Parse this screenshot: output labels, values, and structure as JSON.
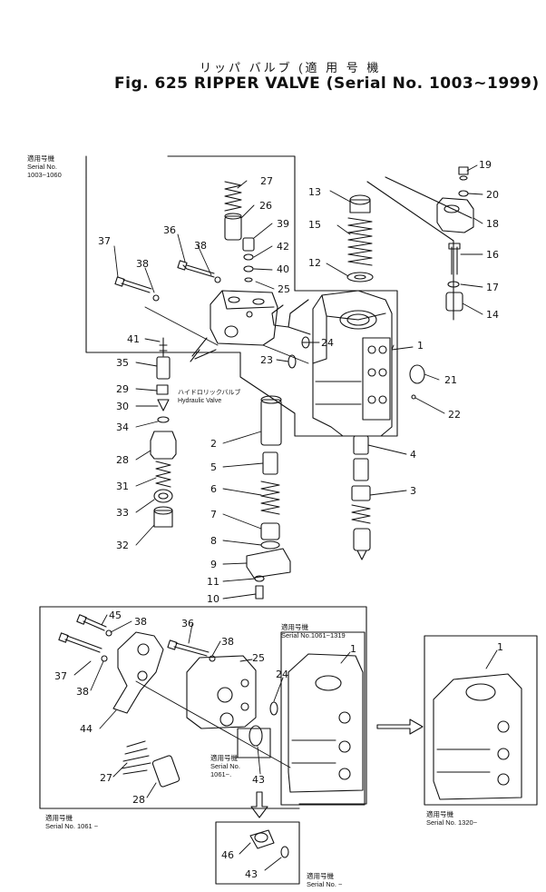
{
  "title": {
    "japanese": "リッパ バルブ (適 用 号 機",
    "main": "Fig. 625 RIPPER VALVE (Serial No. 1003~1999)"
  },
  "serial_notes": {
    "top_left": [
      "適用号機",
      "Serial No.",
      "1003~1060"
    ],
    "inset_mid": [
      "適用号機",
      "Serial No.1061~1319"
    ],
    "inset_small": [
      "適用号機",
      "Serial No.",
      "1061~."
    ],
    "bottom_left": [
      "適用号機",
      "Serial No. 1061 ~"
    ],
    "bottom_right": [
      "適用号機",
      "Serial No. 1320~"
    ],
    "bottom_small": [
      "適用号機",
      "Serial No. ~"
    ]
  },
  "hydraulic_valve_label": [
    "ハイドロリックバルブ",
    "Hydraulic Valve"
  ],
  "callouts": {
    "c1": "1",
    "c2": "2",
    "c3": "3",
    "c4": "4",
    "c5": "5",
    "c6": "6",
    "c7": "7",
    "c8": "8",
    "c9": "9",
    "c10": "10",
    "c11": "11",
    "c12": "12",
    "c13": "13",
    "c14": "14",
    "c15": "15",
    "c16": "16",
    "c17": "17",
    "c18": "18",
    "c19": "19",
    "c20": "20",
    "c21": "21",
    "c22": "22",
    "c23": "23",
    "c24": "24",
    "c25": "25",
    "c26": "26",
    "c27": "27",
    "c28": "28",
    "c29": "29",
    "c30": "30",
    "c31": "31",
    "c32": "32",
    "c33": "33",
    "c34": "34",
    "c35": "35",
    "c36": "36",
    "c37": "37",
    "c38": "38",
    "c39": "39",
    "c40": "40",
    "c41": "41",
    "c42": "42",
    "c43": "43",
    "c44": "44",
    "c45": "45",
    "c46": "46"
  }
}
